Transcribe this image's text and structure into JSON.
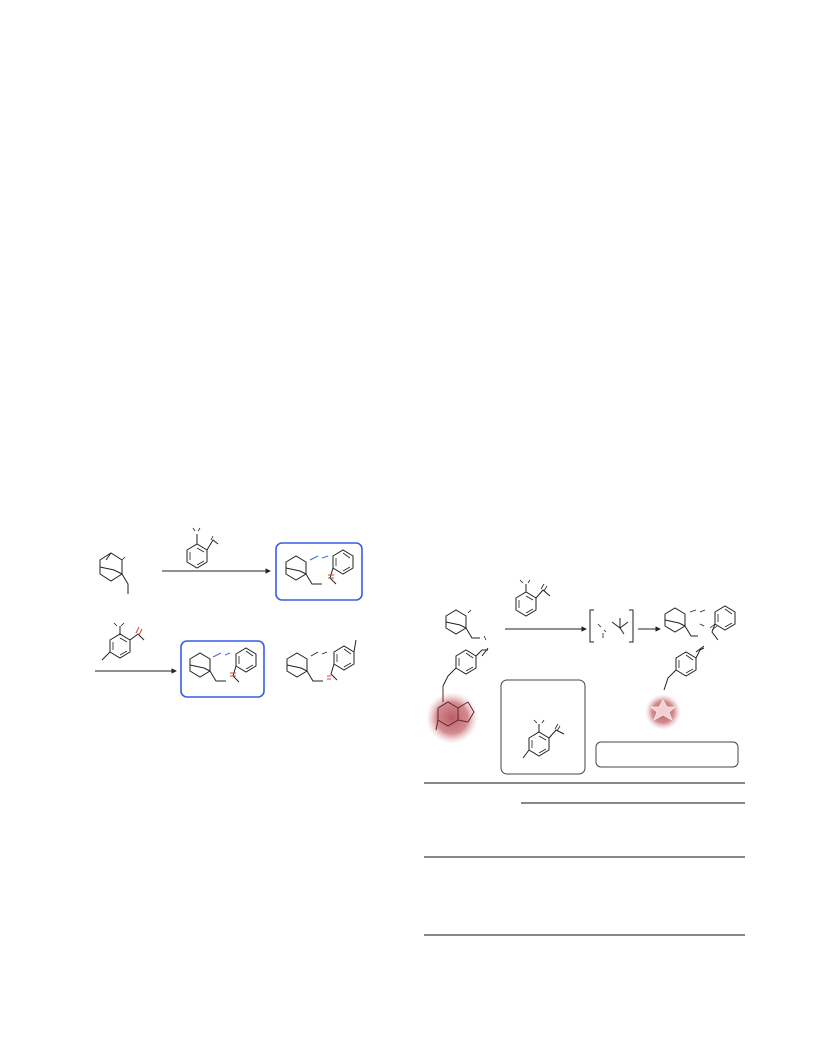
{
  "page": {
    "background": "#ffffff",
    "accent_colors": {
      "highlight_box": "#3a5be8",
      "carbonyl": "#d9442f",
      "hbond": "#3c6fe0",
      "fluorophore_glow": "#c86e74"
    }
  },
  "figures": [
    {
      "id": "scheme-a",
      "description_visible_text": ""
    },
    {
      "id": "scheme-b",
      "description_visible_text": ""
    }
  ],
  "tables": [
    {
      "id": "table-1",
      "rows": 3,
      "columns": 5
    }
  ]
}
